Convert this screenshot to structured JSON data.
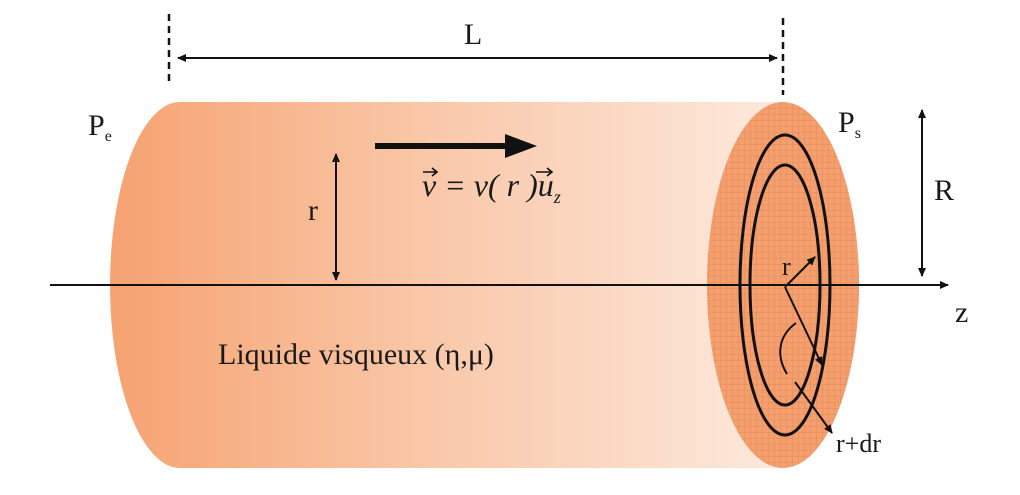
{
  "colors": {
    "cylinder_left": "#f6a271",
    "cylinder_mid": "#f9c6a6",
    "cylinder_right": "#fde9dd",
    "end_face": "#f4a06e",
    "end_grid": "#e8895a",
    "stroke": "#111111",
    "background": "#ffffff"
  },
  "labels": {
    "length": "L",
    "pressure_in_main": "P",
    "pressure_in_sub": "e",
    "pressure_out_main": "P",
    "pressure_out_sub": "s",
    "radius_R": "R",
    "radius_r": "r",
    "radius_r_face": "r",
    "axis_z": "z",
    "r_plus_dr": "r+dr",
    "velocity_lhs": "v",
    "velocity_eq": " = v( r )",
    "velocity_unit": "u",
    "velocity_unit_sub": "z",
    "liquid": "Liquide visqueux (η,μ)"
  }
}
